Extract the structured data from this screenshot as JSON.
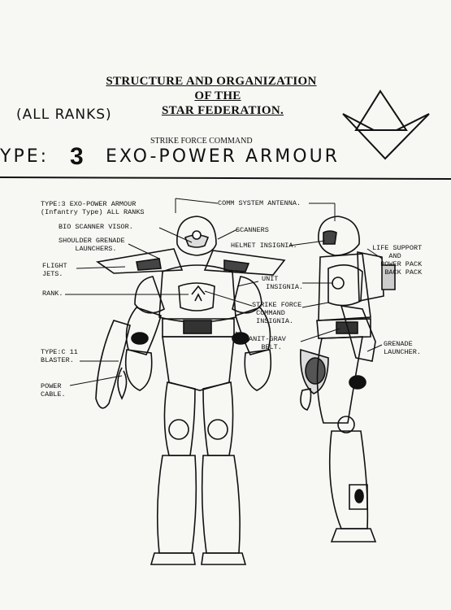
{
  "header": {
    "title_line1": "STRUCTURE AND ORGANIZATION",
    "title_line2": "OF THE",
    "title_line3": "STAR FEDERATION.",
    "ranks": "(ALL RANKS)",
    "command": "STRIKE FORCE COMMAND",
    "type_prefix": "YPE:",
    "type_number": "3",
    "type_name": "EXO-POWER ARMOUR"
  },
  "labels": {
    "designation_line1": "TYPE:3 EXO-POWER ARMOUR",
    "designation_line2": "(Infantry Type) ALL RANKS",
    "comm_antenna": "COMM SYSTEM ANTENNA.",
    "bio_scanner": "BIO SCANNER VISOR.",
    "scanners": "SCANNERS",
    "shoulder_grenade_1": "SHOULDER GRENADE",
    "shoulder_grenade_2": "LAUNCHERS.",
    "helmet_insignia": "HELMET INSIGNIA.",
    "life_support_1": "LIFE SUPPORT",
    "life_support_2": "AND",
    "life_support_3": "POWER PACK",
    "life_support_4": "BACK PACK",
    "flight_jets_1": "FLIGHT",
    "flight_jets_2": "JETS.",
    "unit_insignia_1": "UNIT",
    "unit_insignia_2": "INSIGNIA.",
    "rank": "RANK.",
    "strike_force_1": "STRIKE FORCE",
    "strike_force_2": "COMMAND",
    "strike_force_3": "INSIGNIA.",
    "anti_grav_1": "ANIT-GRAV",
    "anti_grav_2": "BELT.",
    "grenade_launcher_1": "GRENADE",
    "grenade_launcher_2": "LAUNCHER.",
    "blaster_1": "TYPE:C 11",
    "blaster_2": "BLASTER.",
    "power_cable_1": "POWER",
    "power_cable_2": "CABLE."
  }
}
